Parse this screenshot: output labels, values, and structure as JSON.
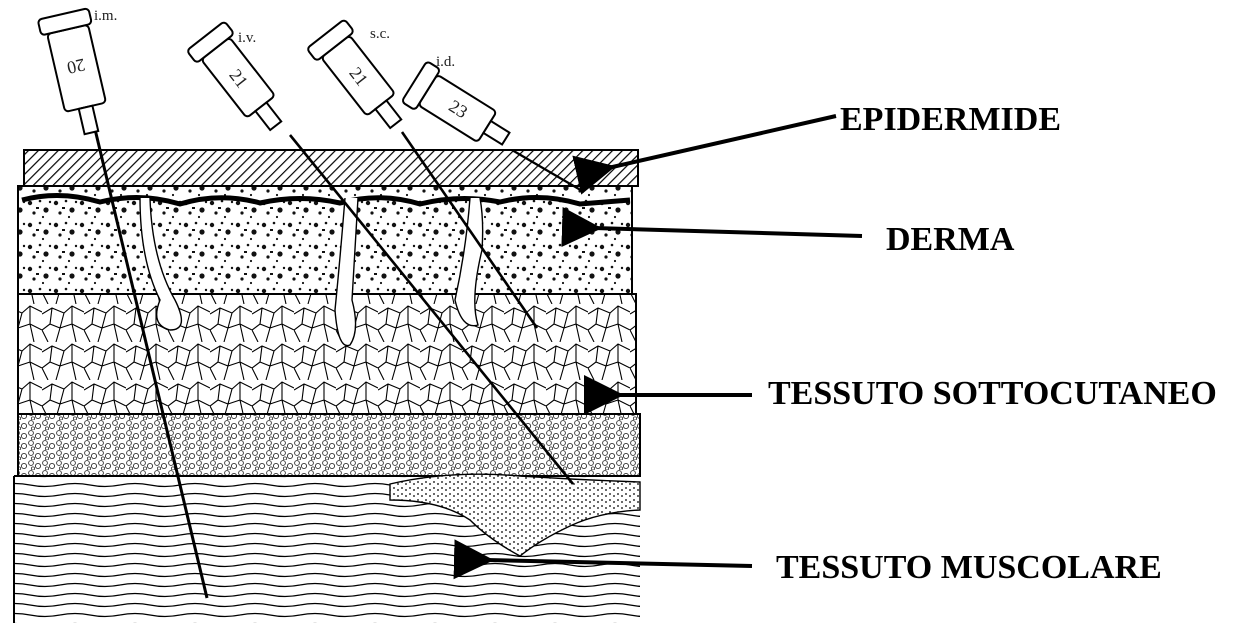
{
  "diagram": {
    "labels": {
      "epidermis": "EPIDERMIDE",
      "dermis": "DERMA",
      "subcutaneous": "TESSUTO SOTTOCUTANEO",
      "muscle": "TESSUTO MUSCOLARE"
    },
    "needles": [
      {
        "route": "i.m.",
        "gauge": "20"
      },
      {
        "route": "i.v.",
        "gauge": "21"
      },
      {
        "route": "s.c.",
        "gauge": "21"
      },
      {
        "route": "i.d.",
        "gauge": "23"
      }
    ]
  }
}
